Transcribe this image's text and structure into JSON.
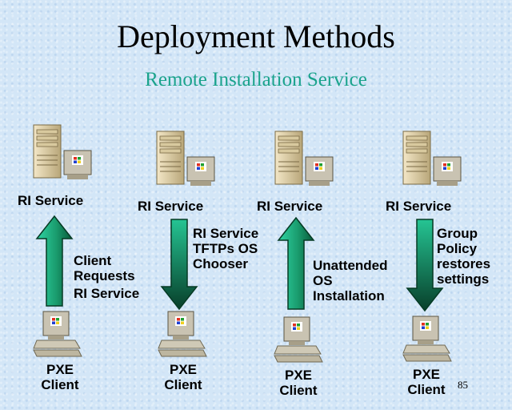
{
  "slide": {
    "title": "Deployment Methods",
    "subtitle": "Remote Installation Service",
    "page_number": "85"
  },
  "columns": [
    {
      "server_label": "RI Service",
      "client_label_line1": "PXE",
      "client_label_line2": "Client",
      "arrow_direction": "up",
      "desc_lines": [
        "Client",
        "Requests",
        "RI Service"
      ]
    },
    {
      "server_label": "RI Service",
      "client_label_line1": "PXE",
      "client_label_line2": "Client",
      "arrow_direction": "down",
      "desc_lines": [
        "RI Service",
        "TFTPs OS",
        "Chooser"
      ]
    },
    {
      "server_label": "RI Service",
      "client_label_line1": "PXE",
      "client_label_line2": "Client",
      "arrow_direction": "up",
      "desc_lines": [
        "Unattended",
        "OS",
        "Installation"
      ]
    },
    {
      "server_label": "RI Service",
      "client_label_line1": "PXE",
      "client_label_line2": "Client",
      "arrow_direction": "down",
      "desc_lines": [
        "Group",
        "Policy",
        "restores",
        "settings"
      ]
    }
  ],
  "colors": {
    "arrow_light": "#2fd4a4",
    "arrow_dark": "#0a5a3a",
    "subtitle": "#1aa38c"
  },
  "icons": {
    "server": "server-computer-icon",
    "client": "client-computer-icon",
    "arrow_up": "arrow-up-icon",
    "arrow_down": "arrow-down-icon"
  }
}
